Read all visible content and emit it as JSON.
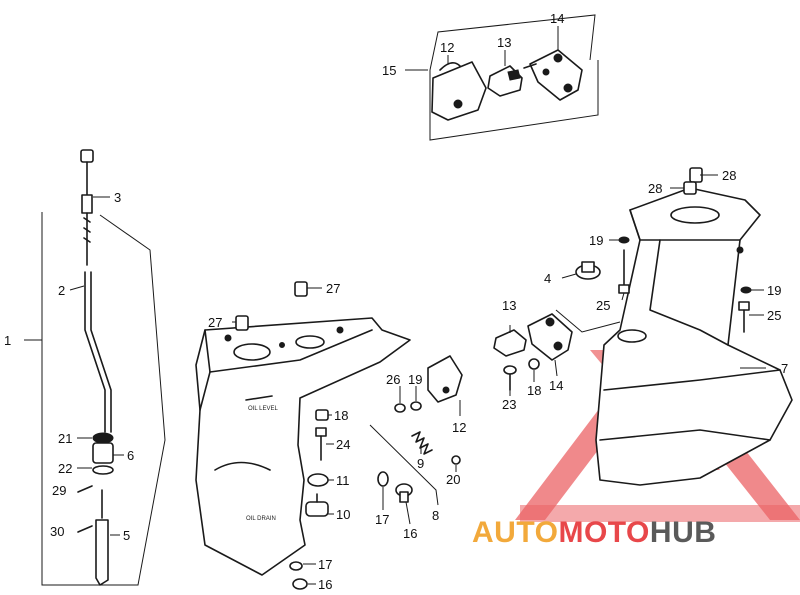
{
  "diagram": {
    "callouts": [
      {
        "id": "c1",
        "text": "1"
      },
      {
        "id": "c2",
        "text": "2"
      },
      {
        "id": "c3",
        "text": "3"
      },
      {
        "id": "c4",
        "text": "4"
      },
      {
        "id": "c5",
        "text": "5"
      },
      {
        "id": "c6",
        "text": "6"
      },
      {
        "id": "c7",
        "text": "7"
      },
      {
        "id": "c8",
        "text": "8"
      },
      {
        "id": "c9",
        "text": "9"
      },
      {
        "id": "c10",
        "text": "10"
      },
      {
        "id": "c11",
        "text": "11"
      },
      {
        "id": "c12a",
        "text": "12"
      },
      {
        "id": "c12b",
        "text": "12"
      },
      {
        "id": "c13a",
        "text": "13"
      },
      {
        "id": "c13b",
        "text": "13"
      },
      {
        "id": "c14a",
        "text": "14"
      },
      {
        "id": "c14b",
        "text": "14"
      },
      {
        "id": "c15",
        "text": "15"
      },
      {
        "id": "c16a",
        "text": "16"
      },
      {
        "id": "c16b",
        "text": "16"
      },
      {
        "id": "c17a",
        "text": "17"
      },
      {
        "id": "c17b",
        "text": "17"
      },
      {
        "id": "c18a",
        "text": "18"
      },
      {
        "id": "c18b",
        "text": "18"
      },
      {
        "id": "c19a",
        "text": "19"
      },
      {
        "id": "c19b",
        "text": "19"
      },
      {
        "id": "c19c",
        "text": "19"
      },
      {
        "id": "c20",
        "text": "20"
      },
      {
        "id": "c21",
        "text": "21"
      },
      {
        "id": "c22",
        "text": "22"
      },
      {
        "id": "c23",
        "text": "23"
      },
      {
        "id": "c24",
        "text": "24"
      },
      {
        "id": "c25a",
        "text": "25"
      },
      {
        "id": "c25b",
        "text": "25"
      },
      {
        "id": "c26",
        "text": "26"
      },
      {
        "id": "c27a",
        "text": "27"
      },
      {
        "id": "c27b",
        "text": "27"
      },
      {
        "id": "c28a",
        "text": "28"
      },
      {
        "id": "c28b",
        "text": "28"
      },
      {
        "id": "c29",
        "text": "29"
      },
      {
        "id": "c30",
        "text": "30"
      }
    ]
  },
  "watermark": {
    "logo_part1": "AUTO",
    "logo_part2": "MOTO",
    "logo_part3": "HUB",
    "color_orange": "#f2a93b",
    "color_red": "#e8474a",
    "color_gray": "#5a5a5a"
  }
}
